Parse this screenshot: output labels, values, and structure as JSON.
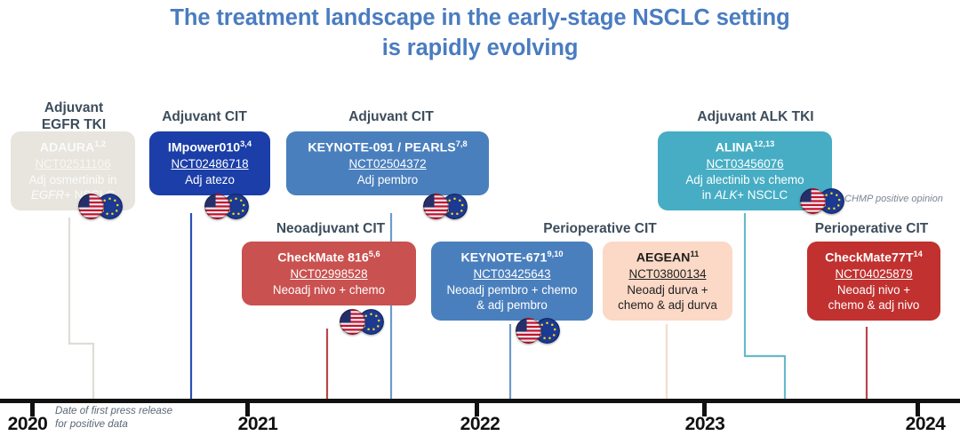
{
  "title": {
    "line1": "The treatment landscape in the early-stage NSCLC setting",
    "line2": "is rapidly evolving",
    "color": "#4a7cc0"
  },
  "categories": [
    {
      "id": "adjuvant-egfr-tki",
      "label": "Adjuvant\nEGFR TKI"
    },
    {
      "id": "adjuvant-cit-impower",
      "label": "Adjuvant CIT"
    },
    {
      "id": "adjuvant-cit-keynote091",
      "label": "Adjuvant CIT"
    },
    {
      "id": "adjuvant-alk-tki",
      "label": "Adjuvant ALK TKI"
    },
    {
      "id": "neoadjuvant-cit",
      "label": "Neoadjuvant CIT"
    },
    {
      "id": "perioperative-cit-keynote671",
      "label": "Perioperative CIT"
    },
    {
      "id": "perioperative-cit-cm77t",
      "label": "Perioperative CIT"
    }
  ],
  "trials": [
    {
      "id": "adaura",
      "name": "ADAURA",
      "refs": "1,2",
      "nct": "NCT02511106",
      "desc_line1": "Adj osmertinib in",
      "desc_line2_italic": "EGFR",
      "desc_line2_rest": "+ NSCLC",
      "color": "#e7e5de",
      "state": "faded"
    },
    {
      "id": "impower010",
      "name": "IMpower010",
      "refs": "3,4",
      "nct": "NCT02486718",
      "desc_line1": "Adj atezo",
      "color": "#1b3ea8"
    },
    {
      "id": "keynote-091-pearls",
      "name": "KEYNOTE-091 / PEARLS",
      "refs": "7,8",
      "nct": "NCT02504372",
      "desc_line1": "Adj pembro",
      "color": "#4a7fbd"
    },
    {
      "id": "alina",
      "name": "ALINA",
      "refs": "12,13",
      "nct": "NCT03456076",
      "desc_line1": "Adj alectinib vs chemo",
      "desc_line2_prefix": "in ",
      "desc_line2_italic": "ALK",
      "desc_line2_rest": "+ NSCLC",
      "color": "#46adc4"
    },
    {
      "id": "checkmate-816",
      "name": "CheckMate 816",
      "refs": "5,6",
      "nct": "NCT02998528",
      "desc_line1": "Neoadj nivo + chemo",
      "color": "#c9514f"
    },
    {
      "id": "keynote-671",
      "name": "KEYNOTE-671",
      "refs": "9,10",
      "nct": "NCT03425643",
      "desc_line1": "Neoadj pembro + chemo",
      "desc_line2": "& adj pembro",
      "color": "#4a7fbd"
    },
    {
      "id": "aegean",
      "name": "AEGEAN",
      "refs": "11",
      "nct": "NCT03800134",
      "desc_line1": "Neoadj durva +",
      "desc_line2": "chemo & adj durva",
      "color": "#fbd9c6"
    },
    {
      "id": "checkmate-77t",
      "name": "CheckMate77T",
      "refs": "14",
      "nct": "NCT04025879",
      "desc_line1": "Neoadj nivo +",
      "desc_line2": "chemo & adj nivo",
      "color": "#c0312f"
    }
  ],
  "annotations": {
    "chmp": "CHMP positive opinion",
    "axis_note": "Date of first press release\nfor positive data"
  },
  "axis": {
    "years": [
      "2020",
      "2021",
      "2022",
      "2023",
      "2024"
    ]
  },
  "badges": {
    "us_label": "us-flag",
    "eu_label": "eu-flag"
  }
}
